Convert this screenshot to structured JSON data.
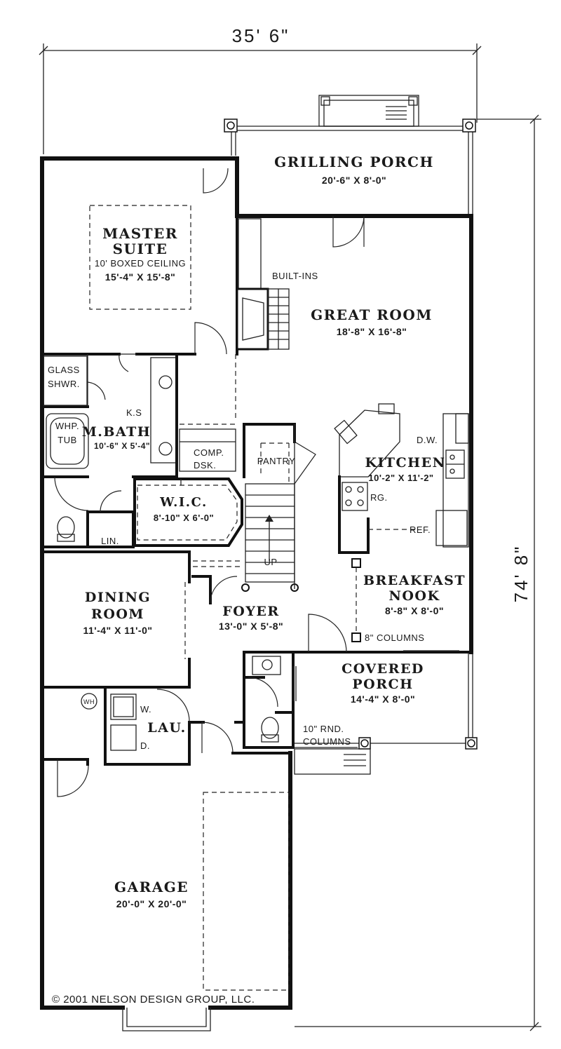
{
  "dimensions": {
    "overall_width": "35' 6\"",
    "overall_depth": "74' 8\""
  },
  "rooms": {
    "grilling_porch": {
      "name": "GRILLING PORCH",
      "size": "20'-6\" X 8'-0\""
    },
    "master_suite": {
      "name_line1": "MASTER",
      "name_line2": "SUITE",
      "note": "10' BOXED CEILING",
      "size": "15'-4\" X 15'-8\""
    },
    "great_room": {
      "name": "GREAT ROOM",
      "size": "18'-8\" X 16'-8\""
    },
    "m_bath": {
      "name": "M.BATH",
      "size": "10'-6\" X 5'-4\""
    },
    "kitchen": {
      "name": "KITCHEN",
      "size": "10'-2\" X 11'-2\""
    },
    "wic": {
      "name": "W.I.C.",
      "size": "8'-10\" X 6'-0\""
    },
    "breakfast_nook": {
      "name_line1": "BREAKFAST",
      "name_line2": "NOOK",
      "size": "8'-8\" X 8'-0\""
    },
    "dining_room": {
      "name_line1": "DINING",
      "name_line2": "ROOM",
      "size": "11'-4\" X 11'-0\""
    },
    "foyer": {
      "name": "FOYER",
      "size": "13'-0\" X 5'-8\""
    },
    "covered_porch": {
      "name_line1": "COVERED",
      "name_line2": "PORCH",
      "size": "14'-4\" X 8'-0\""
    },
    "lau": {
      "name": "LAU."
    },
    "garage": {
      "name": "GARAGE",
      "size": "20'-0\" X 20'-0\""
    }
  },
  "labels": {
    "built_ins": "BUILT-INS",
    "glass_shwr_1": "GLASS",
    "glass_shwr_2": "SHWR.",
    "whp_tub_1": "WHP.",
    "whp_tub_2": "TUB",
    "ks": "K.S",
    "comp": "COMP.",
    "dsk": "DSK.",
    "pantry": "PANTRY",
    "dw": "D.W.",
    "rg": "RG.",
    "ref": "REF.",
    "lin": "LIN.",
    "up": "UP",
    "columns_8": "8\" COLUMNS",
    "rnd_columns_1": "10\" RND.",
    "rnd_columns_2": "COLUMNS",
    "wh": "WH",
    "washer": "W.",
    "dryer": "D."
  },
  "copyright": "© 2001 NELSON DESIGN GROUP, LLC."
}
